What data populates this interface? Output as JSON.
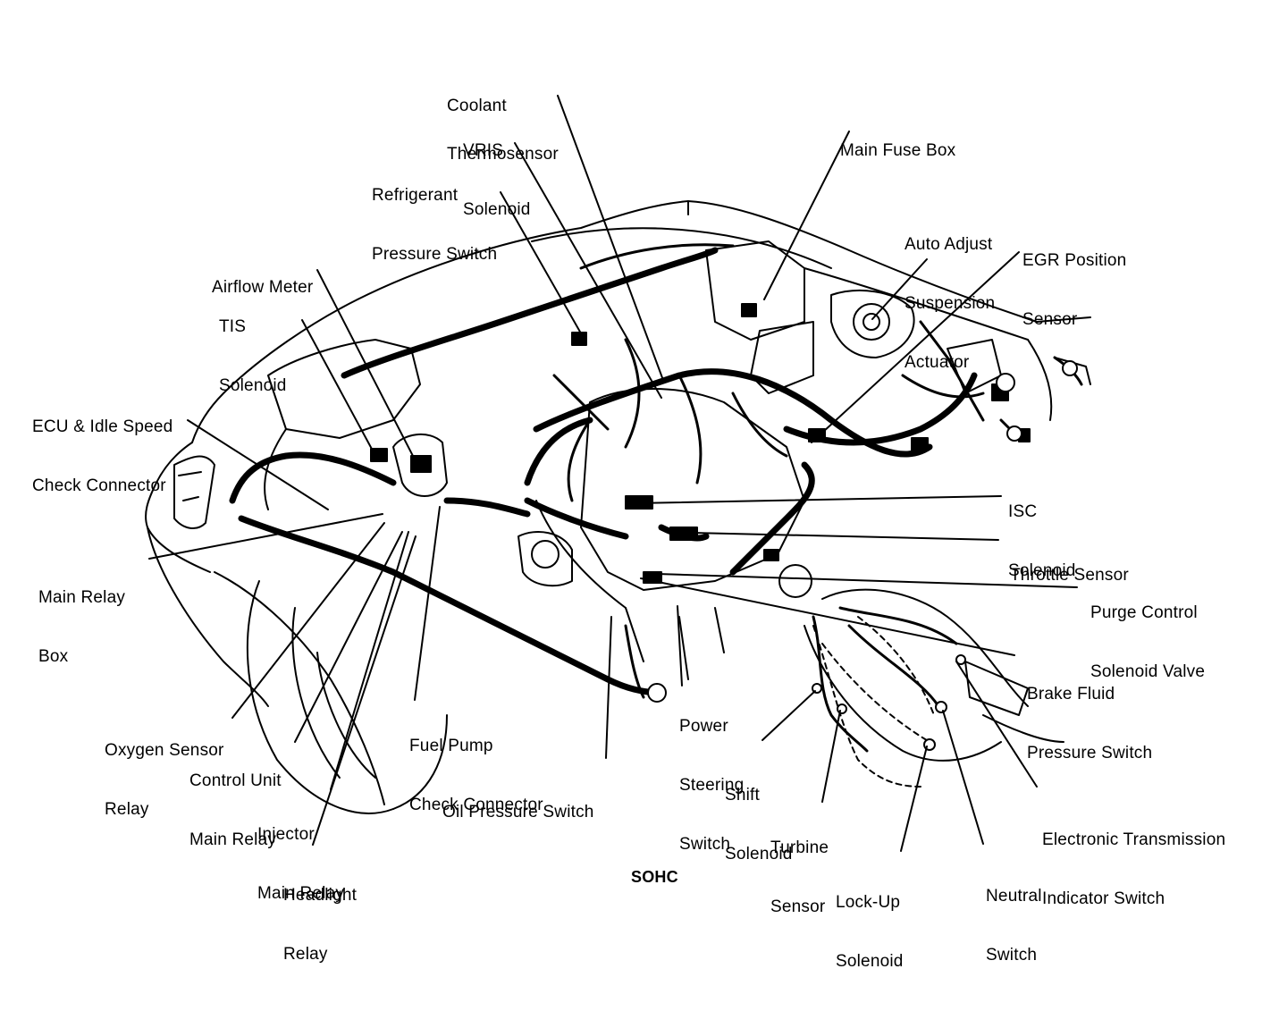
{
  "caption": "SOHC",
  "labels": {
    "coolant_thermosensor": [
      "Coolant",
      "Thermosensor"
    ],
    "vris_solenoid": [
      "VRIS",
      "Solenoid"
    ],
    "refrigerant_pressure_switch": [
      "Refrigerant",
      "Pressure Switch"
    ],
    "main_fuse_box": [
      "Main Fuse Box"
    ],
    "auto_adjust_suspension_actuator": [
      "Auto Adjust",
      "Suspension",
      "Actuator"
    ],
    "egr_position_sensor": [
      "EGR Position",
      "Sensor"
    ],
    "airflow_meter": [
      "Airflow Meter"
    ],
    "tis_solenoid": [
      "TIS",
      "Solenoid"
    ],
    "ecu_idle_speed_check_connector": [
      "ECU & Idle Speed",
      "Check Connector"
    ],
    "isc_solenoid": [
      "ISC",
      "Solenoid"
    ],
    "throttle_sensor": [
      "Throttle Sensor"
    ],
    "purge_control_solenoid_valve": [
      "Purge Control",
      "Solenoid Valve"
    ],
    "main_relay_box": [
      "Main Relay",
      "Box"
    ],
    "brake_fluid_pressure_switch": [
      "Brake Fluid",
      "Pressure Switch"
    ],
    "oxygen_sensor_relay": [
      "Oxygen Sensor",
      "Relay"
    ],
    "fuel_pump_check_connector": [
      "Fuel Pump",
      "Check Connector"
    ],
    "power_steering_switch": [
      "Power",
      "Steering",
      "Switch"
    ],
    "control_unit_main_relay": [
      "Control Unit",
      "Main Relay"
    ],
    "oil_pressure_switch": [
      "Oil Pressure Switch"
    ],
    "shift_solenoid": [
      "Shift",
      "Solenoid"
    ],
    "electronic_transmission_indicator_switch": [
      "Electronic Transmission",
      "Indicator Switch"
    ],
    "injector_main_relay": [
      "Injector",
      "Main Relay"
    ],
    "turbine_sensor": [
      "Turbine",
      "Sensor"
    ],
    "neutral_switch": [
      "Neutral",
      "Switch"
    ],
    "headlight_relay": [
      "Headlight",
      "Relay"
    ],
    "lock_up_solenoid": [
      "Lock-Up",
      "Solenoid"
    ]
  }
}
